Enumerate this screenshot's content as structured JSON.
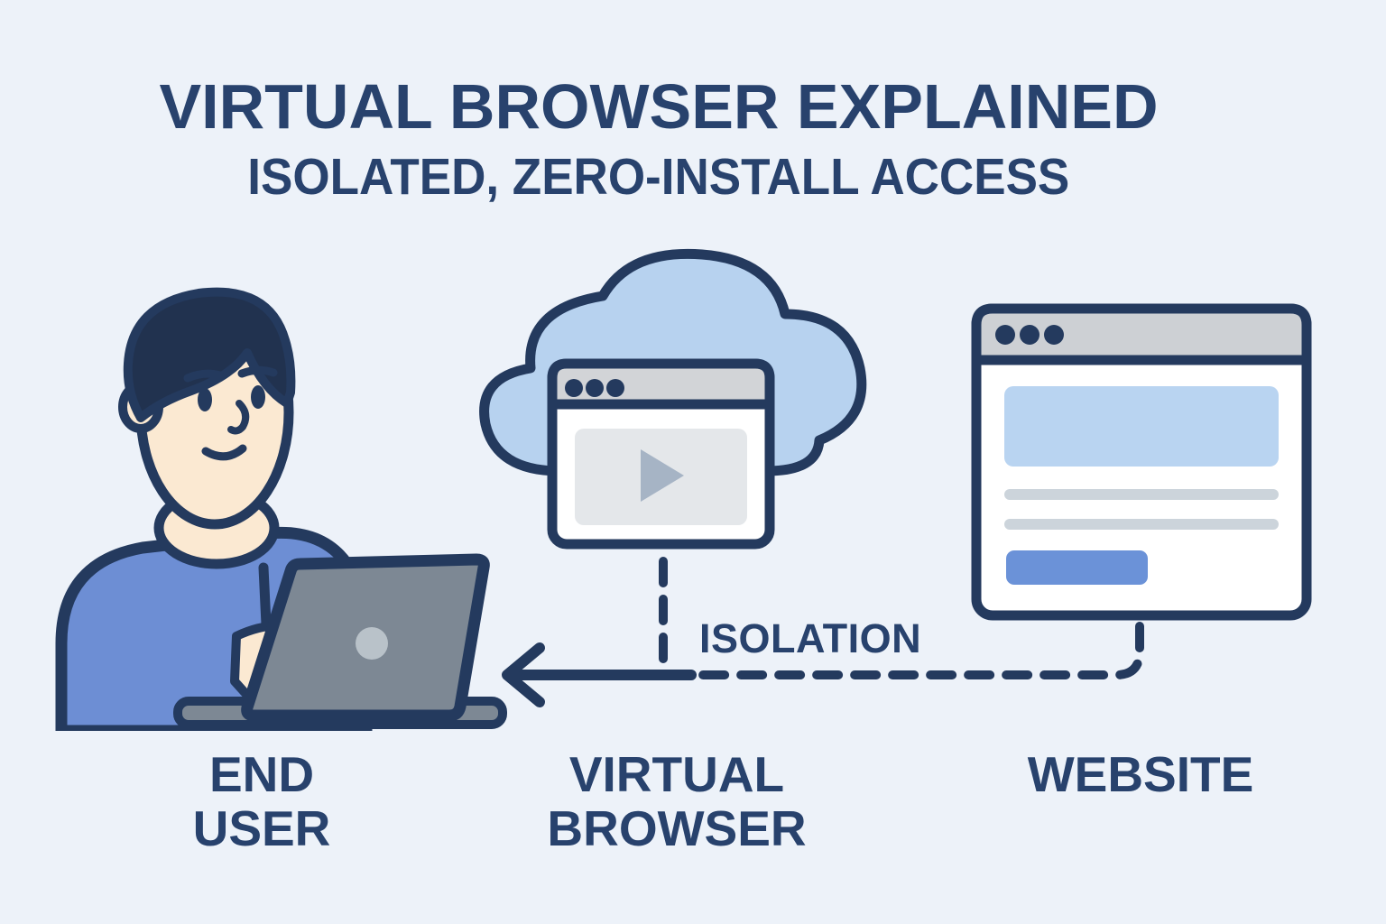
{
  "title": "VIRTUAL BROWSER EXPLAINED",
  "subtitle": "ISOLATED, ZERO-INSTALL ACCESS",
  "diagram": {
    "nodes": [
      {
        "id": "end-user",
        "line1": "END",
        "line2": "USER",
        "icon": "person-at-laptop-illustration"
      },
      {
        "id": "virtual-browser",
        "line1": "VIRTUAL",
        "line2": "BROWSER",
        "icon": "cloud-browser-window-icon"
      },
      {
        "id": "website",
        "line1": "WEBSITE",
        "line2": "",
        "icon": "website-window-icon"
      }
    ],
    "connector": {
      "label": "ISOLATION",
      "style": "dashed",
      "direction": "website-to-end-user",
      "arrow": "arrow-left-icon"
    }
  },
  "icons": [
    "person-at-laptop-illustration",
    "laptop-icon",
    "cloud-icon",
    "browser-window-icon",
    "window-control-dots-icon",
    "play-icon",
    "website-window-icon",
    "arrow-left-icon"
  ],
  "colors": {
    "background": "#edf2f9",
    "ink_navy": "#28426d",
    "outline_navy": "#243a5e",
    "hair_navy": "#21324f",
    "cloud_blue": "#b7d2ef",
    "hero_blue": "#b9d4f1",
    "button_blue": "#6b92d8",
    "sweater_blue": "#6d8ed4",
    "skin": "#fbe9d2",
    "laptop_gray": "#7d8894",
    "laptop_logo_gray": "#b9c2c9",
    "window_chrome_gray": "#d2d4d7",
    "video_panel_gray": "#e4e7ea",
    "play_gray_blue": "#a6b4c5",
    "text_line_gray": "#ccd4db"
  }
}
